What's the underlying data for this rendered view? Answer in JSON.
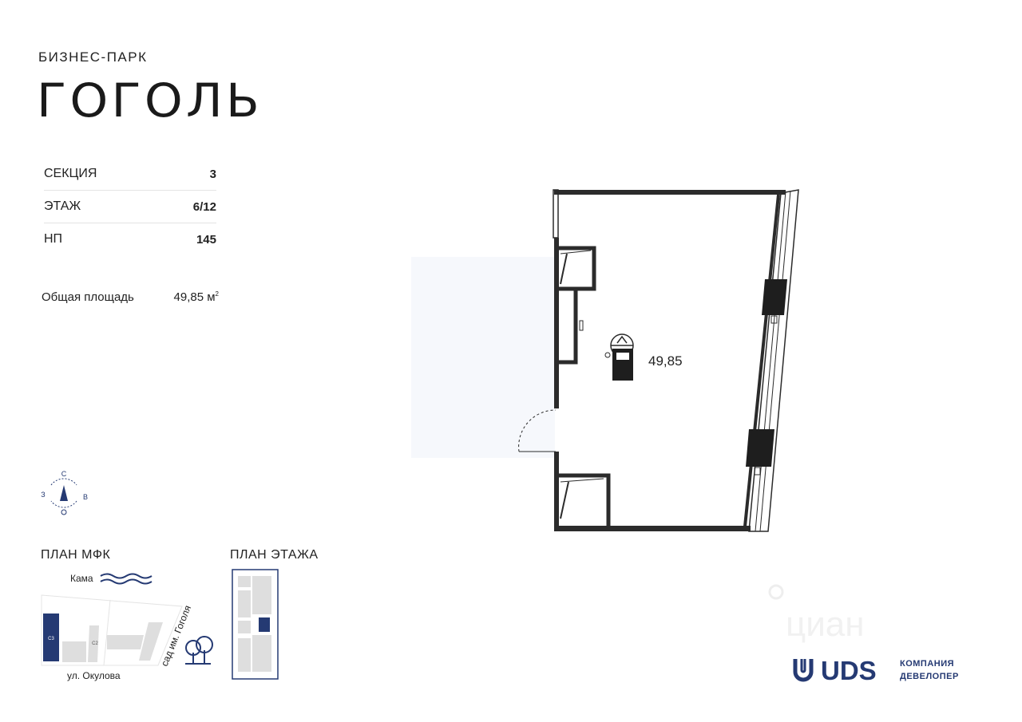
{
  "brand": {
    "subtitle": "БИЗНЕС-ПАРК",
    "title": "ГОГОЛЬ"
  },
  "info": [
    {
      "label": "СЕКЦИЯ",
      "value": "3"
    },
    {
      "label": "ЭТАЖ",
      "value": "6/12"
    },
    {
      "label": "НП",
      "value": "145"
    }
  ],
  "area": {
    "label": "Общая площадь",
    "value": "49,85 м",
    "sup": "2"
  },
  "compass": {
    "north": "С",
    "west": "З",
    "east": "В"
  },
  "plan": {
    "room_area": "49,85"
  },
  "mfk": {
    "label": "ПЛАН МФК",
    "river": "Кама",
    "street": "ул. Окулова",
    "garden": "сад им. Гоголя",
    "section_c3": "С3",
    "section_c2": "С2"
  },
  "floor": {
    "label": "ПЛАН ЭТАЖА"
  },
  "watermark": {
    "text": "циан"
  },
  "developer": {
    "logo": "UDS",
    "line1": "КОМПАНИЯ",
    "line2": "ДЕВЕЛОПЕР"
  },
  "colors": {
    "navy": "#253a73",
    "wall": "#2b2b2b",
    "gray": "#d9d9d9"
  }
}
